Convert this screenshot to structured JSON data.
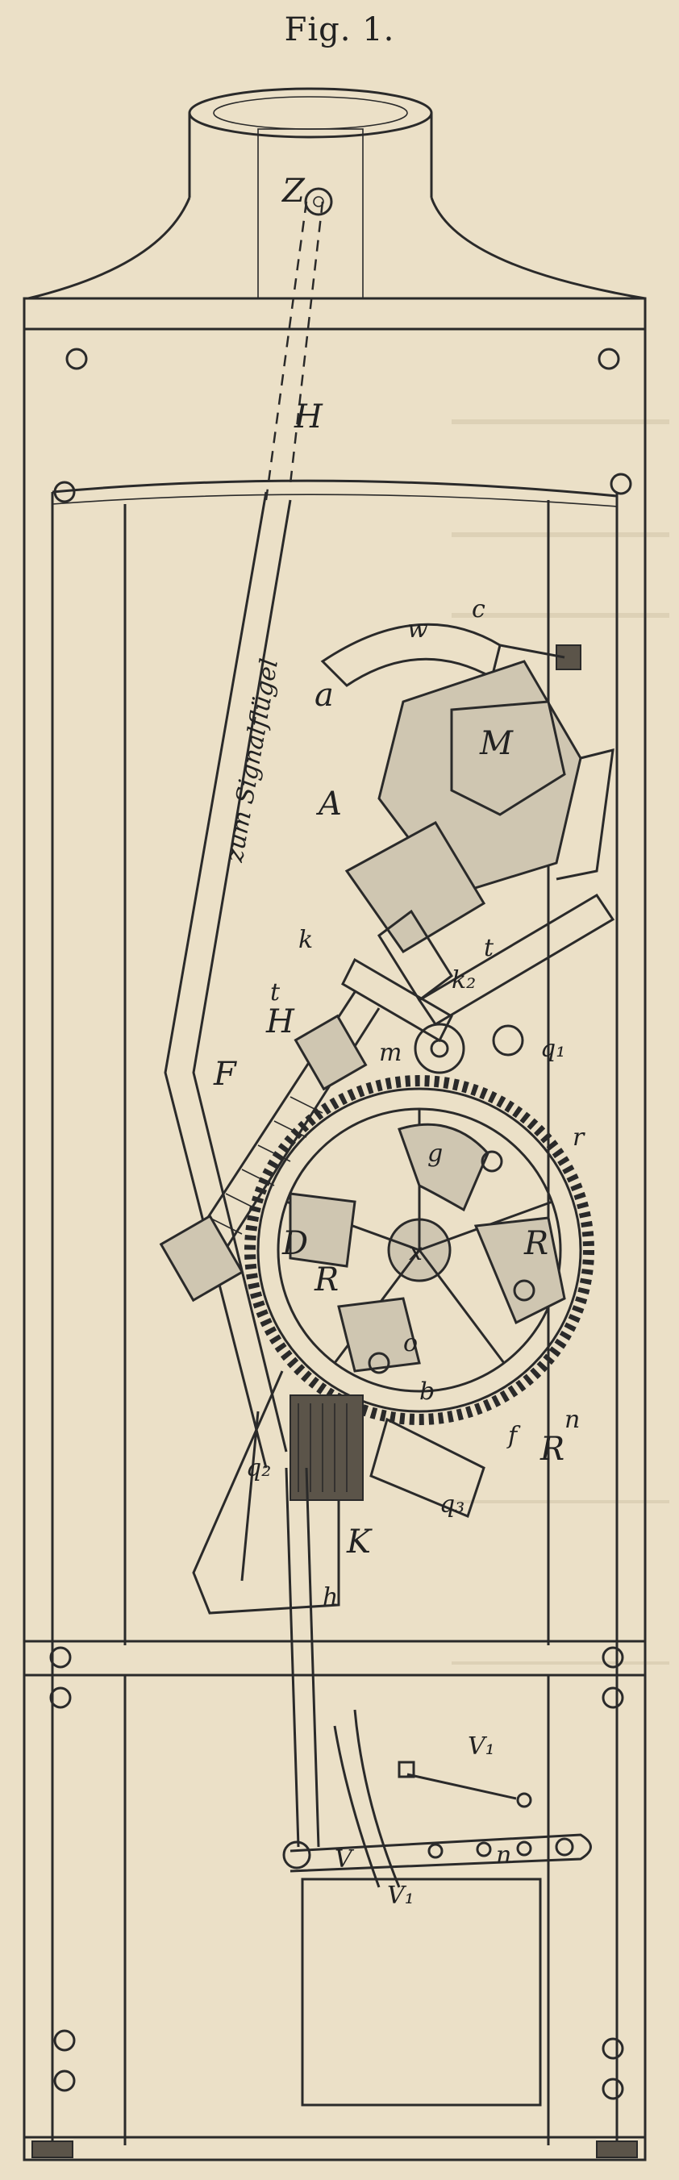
{
  "figure": {
    "caption": "Fig. 1."
  },
  "labels": {
    "Z": "Z",
    "H_top": "H",
    "H_left": "H",
    "signal_text": "zum Signalflügel",
    "w": "w",
    "c": "c",
    "a": "a",
    "M": "M",
    "A": "A",
    "k": "k",
    "k2": "k₂",
    "t_right": "t",
    "t_left": "t",
    "F": "F",
    "m": "m",
    "q1": "q₁",
    "g": "g",
    "r": "r",
    "x": "x",
    "D": "D",
    "R_left": "R",
    "R_right": "R",
    "R_low": "R",
    "o": "o",
    "b": "b",
    "n_wheel": "n",
    "f": "f",
    "q2": "q₂",
    "q3": "q₃",
    "K": "K",
    "h": "h",
    "V1_top": "V₁",
    "V1_bottom": "V₁",
    "V": "V",
    "n_lever": "n"
  }
}
